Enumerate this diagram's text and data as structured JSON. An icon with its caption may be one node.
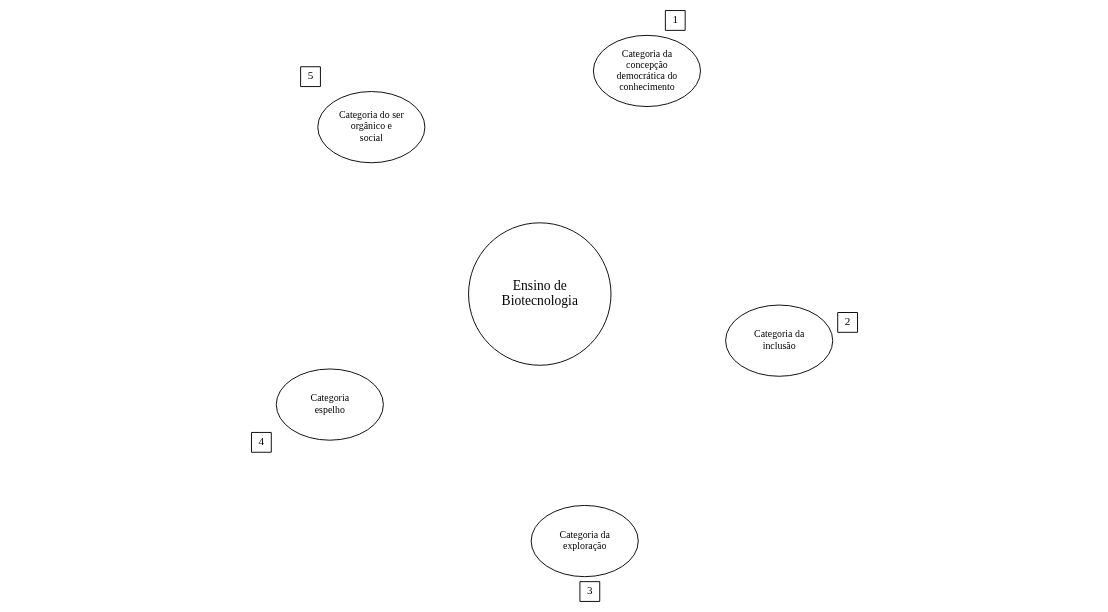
{
  "diagram": {
    "nodes": [
      {
        "text": [
          "Ensino de Biotecnologia"
        ]
      },
      {
        "text": [
          "Categoria do ser orgânico e social"
        ]
      },
      {
        "text": [
          "5"
        ]
      },
      {
        "text": [
          "Categoria da concepção democrática do conhecimento"
        ]
      },
      {
        "text": [
          "1"
        ]
      },
      {
        "text": [
          "Categoria espelho"
        ]
      },
      {
        "text": [
          "4"
        ]
      },
      {
        "text": [
          "Categoria da inclusão"
        ]
      },
      {
        "text": [
          "2"
        ]
      },
      {
        "text": [
          "Categoria da exploração"
        ]
      },
      {
        "text": [
          "3"
        ]
      }
    ],
    "edges": []
  }
}
